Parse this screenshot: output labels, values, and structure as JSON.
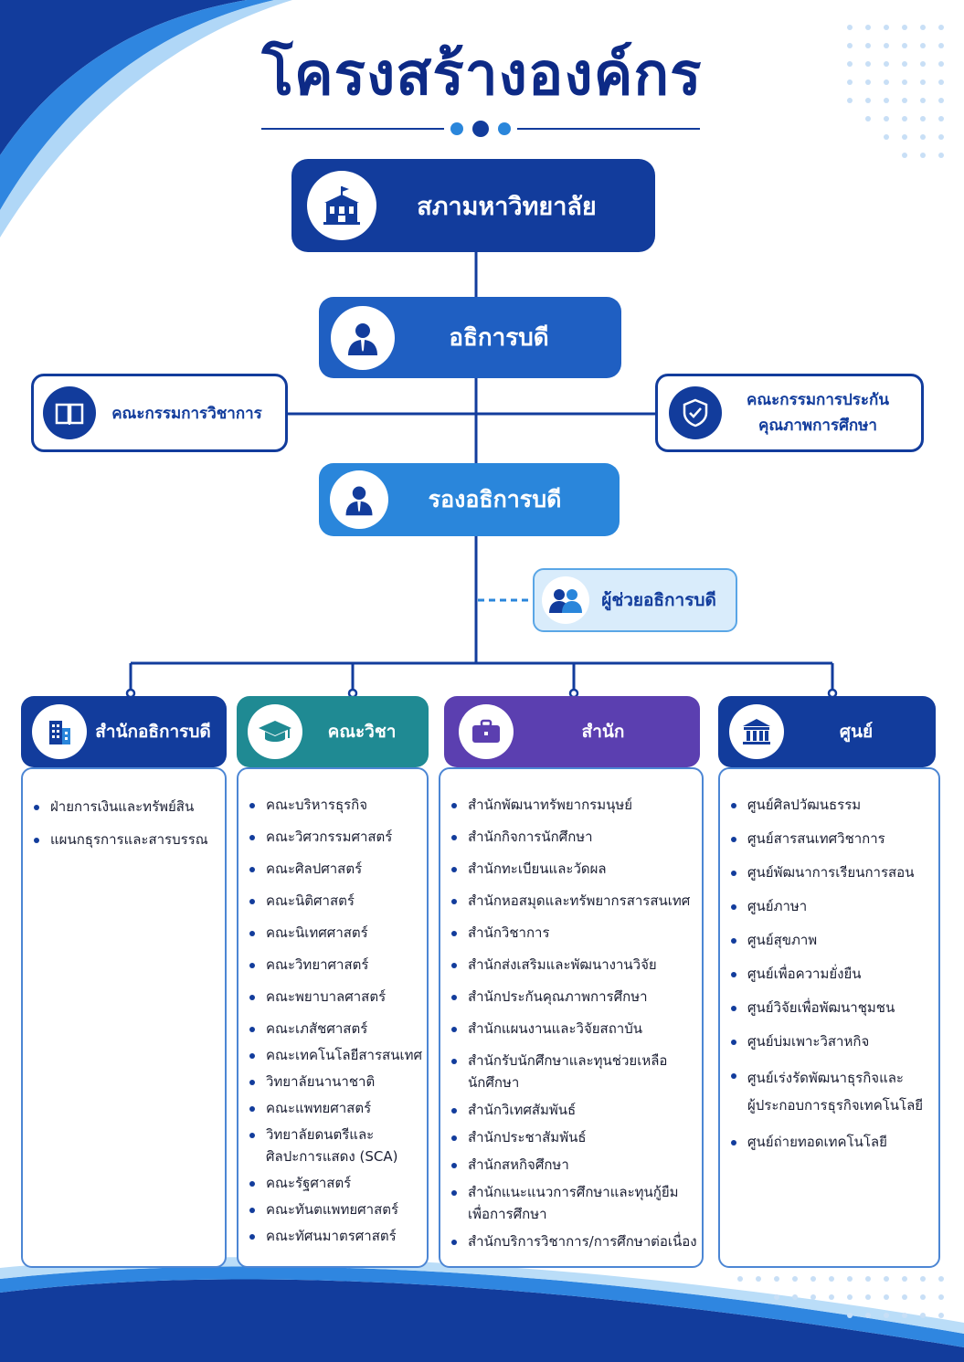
{
  "title": "โครงสร้างองค์กร",
  "colors": {
    "navy": "#123c9c",
    "blue": "#1f5fc2",
    "light_blue": "#2a86db",
    "teal": "#1f8a93",
    "purple": "#5b3fb0",
    "pale_blue": "#d9ecfb"
  },
  "council": {
    "label": "สภามหาวิทยาลัย",
    "icon": "university-building-icon"
  },
  "president": {
    "label": "อธิการบดี",
    "icon": "person-icon"
  },
  "academic_committee": {
    "label": "คณะกรรมการวิชาการ",
    "icon": "book-icon"
  },
  "qa_committee": {
    "line1": "คณะกรรมการประกัน",
    "line2": "คุณภาพการศึกษา",
    "icon": "shield-icon"
  },
  "vice_president": {
    "label": "รองอธิการบดี",
    "icon": "person-icon"
  },
  "assistant": {
    "label": "ผู้ช่วยอธิการบดี",
    "icon": "group-icon"
  },
  "columns": [
    {
      "title": "สำนักอธิการบดี",
      "icon": "office-building-icon",
      "color": "#123c9c",
      "items": [
        "ฝ่ายการเงินและทรัพย์สิน",
        "แผนกธุรการและสารบรรณ"
      ]
    },
    {
      "title": "คณะวิชา",
      "icon": "graduation-cap-icon",
      "color": "#1f8a93",
      "items": [
        "คณะบริหารธุรกิจ",
        "คณะวิศวกรรมศาสตร์",
        "คณะศิลปศาสตร์",
        "คณะนิติศาสตร์",
        "คณะนิเทศศาสตร์",
        "คณะวิทยาศาสตร์",
        "คณะพยาบาลศาสตร์",
        "คณะเภสัชศาสตร์",
        "คณะเทคโนโลยีสารสนเทศ",
        "วิทยาลัยนานาชาติ",
        "คณะแพทยศาสตร์",
        "วิทยาลัยดนตรีและ\nศิลปะการแสดง (SCA)",
        "คณะรัฐศาสตร์",
        "คณะทันตแพทยศาสตร์",
        "คณะทัศนมาตรศาสตร์"
      ]
    },
    {
      "title": "สำนัก",
      "icon": "briefcase-icon",
      "color": "#5b3fb0",
      "items": [
        "สำนักพัฒนาทรัพยากรมนุษย์",
        "สำนักกิจการนักศึกษา",
        "สำนักทะเบียนและวัดผล",
        "สำนักหอสมุดและทรัพยากรสารสนเทศ",
        "สำนักวิชาการ",
        "สำนักส่งเสริมและพัฒนางานวิจัย",
        "สำนักประกันคุณภาพการศึกษา",
        "สำนักแผนงานและวิจัยสถาบัน",
        "สำนักรับนักศึกษาและทุนช่วยเหลือ\nนักศึกษา",
        "สำนักวิเทศสัมพันธ์",
        "สำนักประชาสัมพันธ์",
        "สำนักสหกิจศึกษา",
        "สำนักแนะแนวการศึกษาและทุนกู้ยืม\nเพื่อการศึกษา",
        "สำนักบริการวิชาการ/การศึกษาต่อเนื่อง"
      ]
    },
    {
      "title": "ศูนย์",
      "icon": "institution-icon",
      "color": "#123c9c",
      "items": [
        "ศูนย์ศิลปวัฒนธรรม",
        "ศูนย์สารสนเทศวิชาการ",
        "ศูนย์พัฒนาการเรียนการสอน",
        "ศูนย์ภาษา",
        "ศูนย์สุขภาพ",
        "ศูนย์เพื่อความยั่งยืน",
        "ศูนย์วิจัยเพื่อพัฒนาชุมชน",
        "ศูนย์บ่มเพาะวิสาหกิจ",
        "ศูนย์เร่งรัดพัฒนาธุรกิจและ\nผู้ประกอบการธุรกิจเทคโนโลยี",
        "ศูนย์ถ่ายทอดเทคโนโลยี"
      ]
    }
  ]
}
